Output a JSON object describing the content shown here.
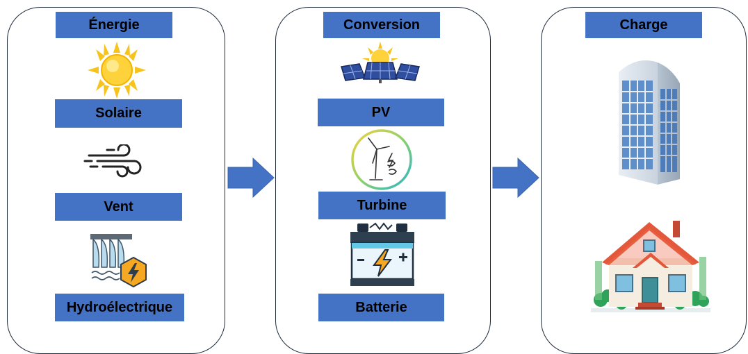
{
  "panels": [
    {
      "title": "Énergie",
      "items": [
        "Solaire",
        "Vent",
        "Hydroélectrique"
      ]
    },
    {
      "title": "Conversion",
      "items": [
        "PV",
        "Turbine",
        "Batterie"
      ]
    },
    {
      "title": "Charge",
      "items": []
    }
  ],
  "colors": {
    "label_fill": "#4472c4",
    "arrow_fill": "#4472c4",
    "border": "#1c2a3a"
  },
  "icons": [
    "sun-icon",
    "wind-icon",
    "dam-icon",
    "solar-panel-icon",
    "wind-turbine-icon",
    "battery-icon",
    "building-icon",
    "house-icon"
  ]
}
